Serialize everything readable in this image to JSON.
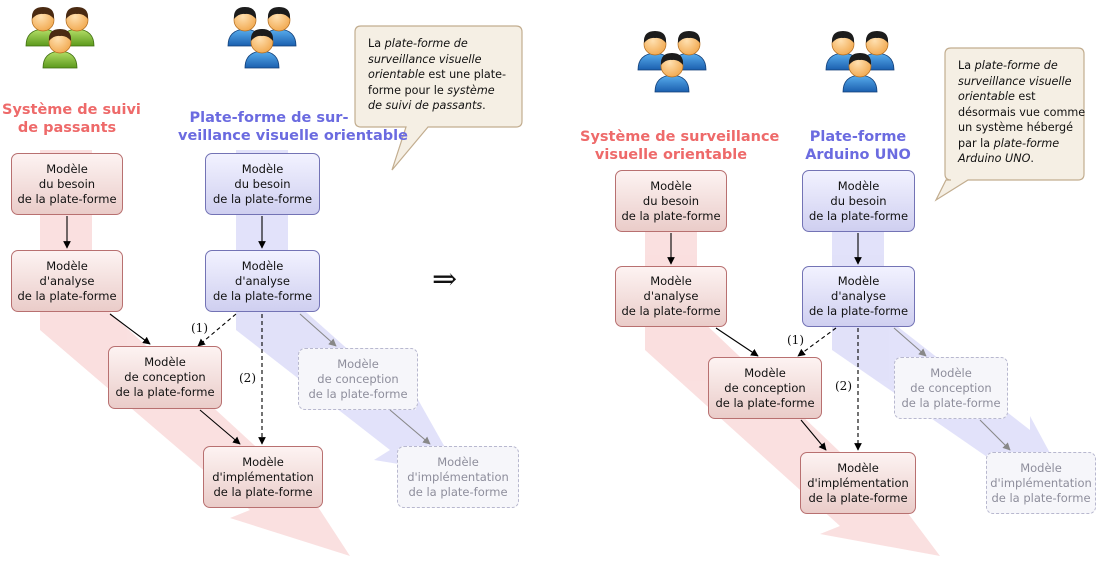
{
  "left": {
    "col_red_title": [
      "Système de suivi",
      "de passants"
    ],
    "col_blue_title": [
      "Plate-forme de sur-",
      "veillance visuelle orientable"
    ],
    "note": {
      "line1": [
        "La ",
        "plate-forme de"
      ],
      "line2": "surveillance visuelle",
      "line3": [
        "orientable",
        " est une plate-"
      ],
      "line4": [
        "forme pour le ",
        "système"
      ],
      "line5": [
        "de suivi de passants",
        "."
      ]
    },
    "boxes": {
      "red_besoin": [
        "Modèle",
        "du besoin",
        "de la plate-forme"
      ],
      "red_analyse": [
        "Modèle",
        "d'analyse",
        "de la plate-forme"
      ],
      "red_conception": [
        "Modèle",
        "de conception",
        "de la plate-forme"
      ],
      "red_impl": [
        "Modèle",
        "d'implémentation",
        "de la plate-forme"
      ],
      "blue_besoin": [
        "Modèle",
        "du besoin",
        "de la plate-forme"
      ],
      "blue_analyse": [
        "Modèle",
        "d'analyse",
        "de la plate-forme"
      ],
      "ghost_conception": [
        "Modèle",
        "de conception",
        "de la plate-forme"
      ],
      "ghost_impl": [
        "Modèle",
        "d'implémentation",
        "de la plate-forme"
      ]
    },
    "label1": "(1)",
    "label2": "(2)"
  },
  "implies_symbol": "⇒",
  "right": {
    "col_red_title": [
      "Système de surveillance",
      "visuelle orientable"
    ],
    "col_blue_title": [
      "Plate-forme",
      "Arduino UNO"
    ],
    "note": {
      "line1": [
        "La ",
        "plate-forme de"
      ],
      "line2": "surveillance visuelle",
      "line3": [
        "orientable",
        " est"
      ],
      "line4": "désormais vue comme",
      "line5": "un système hébergé",
      "line6": [
        "par la ",
        "plate-forme"
      ],
      "line7": [
        "Arduino UNO",
        "."
      ]
    },
    "boxes": {
      "red_besoin": [
        "Modèle",
        "du besoin",
        "de la plate-forme"
      ],
      "red_analyse": [
        "Modèle",
        "d'analyse",
        "de la plate-forme"
      ],
      "red_conception": [
        "Modèle",
        "de conception",
        "de la plate-forme"
      ],
      "red_impl": [
        "Modèle",
        "d'implémentation",
        "de la plate-forme"
      ],
      "blue_besoin": [
        "Modèle",
        "du besoin",
        "de la plate-forme"
      ],
      "blue_analyse": [
        "Modèle",
        "d'analyse",
        "de la plate-forme"
      ],
      "ghost_conception": [
        "Modèle",
        "de conception",
        "de la plate-forme"
      ],
      "ghost_impl": [
        "Modèle",
        "d'implémentation",
        "de la plate-forme"
      ]
    },
    "label1": "(1)",
    "label2": "(2)"
  },
  "icons": [
    "users-group-green-icon",
    "users-group-blue-icon",
    "users-group-blue-icon",
    "users-group-blue-icon"
  ],
  "colors": {
    "red_text": "#ee6a6a",
    "blue_text": "#6b6be0",
    "red_band": "#f4b4b4",
    "blue_band": "#b9b9f3"
  }
}
